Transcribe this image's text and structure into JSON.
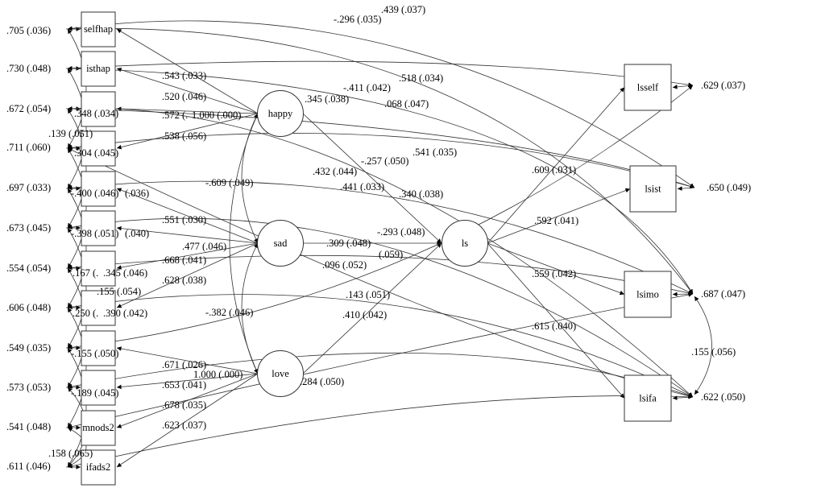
{
  "observed_left": [
    "selfhap",
    "isthap",
    "",
    "",
    "",
    "",
    "",
    "",
    "",
    "",
    "mnods2",
    "ifads2"
  ],
  "latent": {
    "happy": "happy",
    "sad": "sad",
    "love": "love",
    "ls": "ls"
  },
  "observed_right": [
    "lsself",
    "lsist",
    "lsimo",
    "lsifa"
  ],
  "error_left": [
    ".705 (.036)",
    ".730 (.048)",
    ".672 (.054)",
    ".711 (.060)",
    ".697 (.033)",
    ".673 (.045)",
    ".554 (.054)",
    ".606 (.048)",
    ".549 (.035)",
    ".573 (.053)",
    ".541 (.048)",
    ".611 (.046)"
  ],
  "error_right": [
    ".629 (.037)",
    ".650 (.049)",
    ".687 (.047)",
    ".622 (.050)"
  ],
  "labels": [
    ".439 (.037)",
    "-.296 (.035)",
    ".543 (.033)",
    ".520 (.046)",
    ".572 (.",
    "1.000 (.000)",
    ".348 (.034)",
    ".139 (.051)",
    ".538 (.056)",
    ".304 (.045)",
    "-.609 (.049)",
    ".345 (.038)",
    "-.411 (.042)",
    ".518 (.034)",
    ".068 (.047)",
    ".541 (.035)",
    "-.257 (.050)",
    ".432 (.044)",
    ".441 (.033)",
    ".340 (.038)",
    ".609 (.031)",
    "-.400 (.046)",
    "(.036)",
    ".551 (.030)",
    "-.398 (.051)",
    "(.040)",
    ".477 (.046)",
    ".592 (.041)",
    "-.293 (.048)",
    ".309 (.048)",
    "(.059)",
    ".668 (.041)",
    ".167 (.",
    ".345 (.046)",
    ".096 (.052)",
    ".628 (.038)",
    ".559 (.042)",
    ".155 (.054)",
    ".250 (.",
    ".390 (.042)",
    "-.382 (.046)",
    ".143 (.051)",
    ".410 (.042)",
    ".615 (.040)",
    ".155 (.056)",
    "-.155 (.050)",
    ".671 (.026)",
    "1.000 (.000)",
    ".284 (.050)",
    ".653 (.041)",
    "-.189 (.045)",
    ".678 (.035)",
    ".623 (.037)",
    ".158 (.065)"
  ]
}
